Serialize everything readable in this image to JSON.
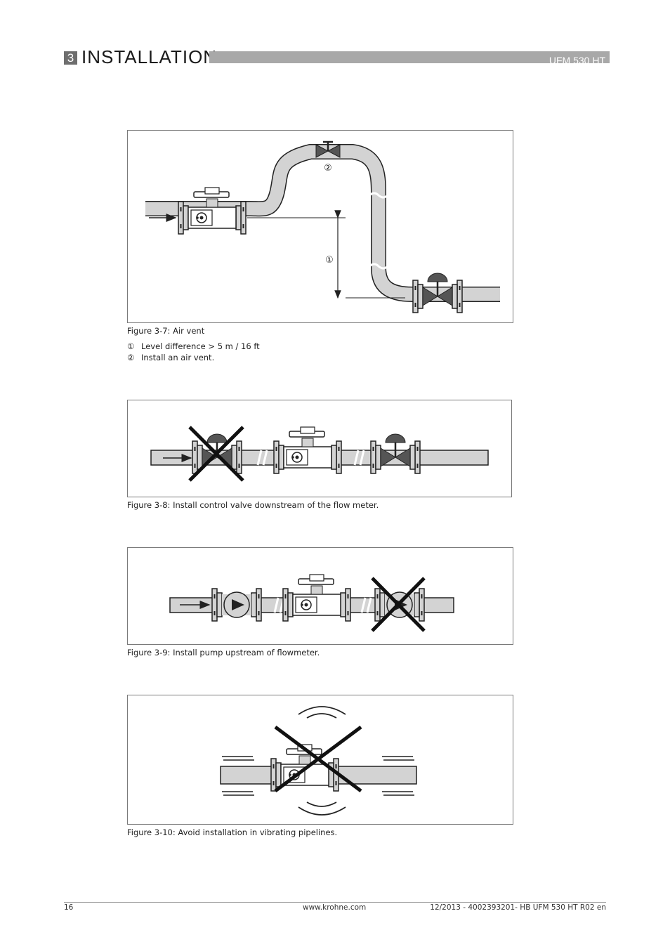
{
  "header": {
    "chapter_number": "3",
    "chapter_title": "INSTALLATION",
    "product": "UFM 530 HT"
  },
  "figures": [
    {
      "caption": "Figure 3-7: Air vent",
      "callouts": {
        "one": "①",
        "two": "②"
      },
      "legend": [
        {
          "num": "①",
          "text": "Level difference > 5 m / 16 ft"
        },
        {
          "num": "②",
          "text": "Install an air vent."
        }
      ]
    },
    {
      "caption": "Figure 3-8: Install control valve downstream of the flow meter."
    },
    {
      "caption": "Figure 3-9: Install pump upstream of flowmeter."
    },
    {
      "caption": "Figure 3-10: Avoid installation in vibrating pipelines."
    }
  ],
  "footer": {
    "page_number": "16",
    "website": "www.krohne.com",
    "doc_ref": "12/2013 - 4002393201- HB UFM 530 HT R02 en"
  },
  "colors": {
    "pipe_fill": "#d3d3d3",
    "outline": "#222222",
    "valve": "#555555",
    "header_bar": "#a8a8a8",
    "chapter_box": "#6e6e6e"
  }
}
